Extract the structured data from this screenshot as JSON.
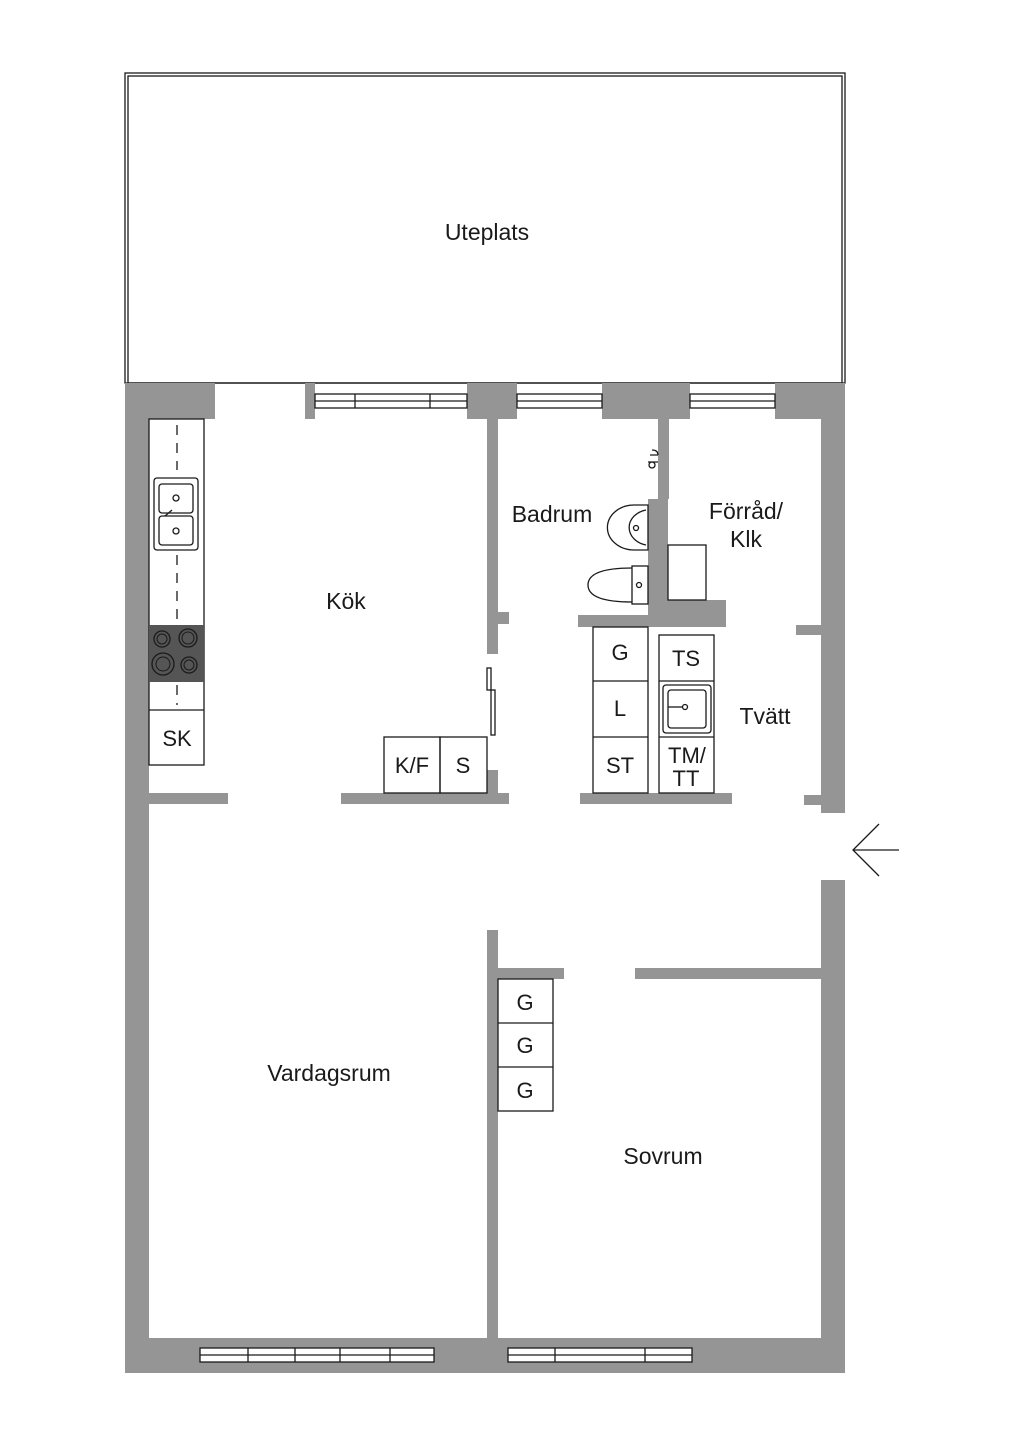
{
  "rooms": {
    "uteplats": "Uteplats",
    "kok": "Kök",
    "badrum": "Badrum",
    "forrad_line1": "Förråd/",
    "forrad_line2": "Klk",
    "tvatt": "Tvätt",
    "vardagsrum": "Vardagsrum",
    "sovrum": "Sovrum"
  },
  "fixtures": {
    "sk": "SK",
    "kf": "K/F",
    "s": "S",
    "g_bath": "G",
    "l": "L",
    "st": "ST",
    "ts": "TS",
    "tm_line1": "TM/",
    "tm_line2": "TT",
    "g1": "G",
    "g2": "G",
    "g3": "G"
  },
  "icons": {
    "entrance": "entrance-arrow-icon",
    "sink": "kitchen-sink-icon",
    "stove": "stove-icon",
    "washbasin": "washbasin-icon",
    "toilet": "toilet-icon",
    "laundry_sink": "laundry-sink-icon",
    "shower": "shower-tap-icon"
  },
  "colors": {
    "wall": "#959595",
    "line": "#1a1a1a",
    "background": "#ffffff",
    "stove": "#555555"
  }
}
